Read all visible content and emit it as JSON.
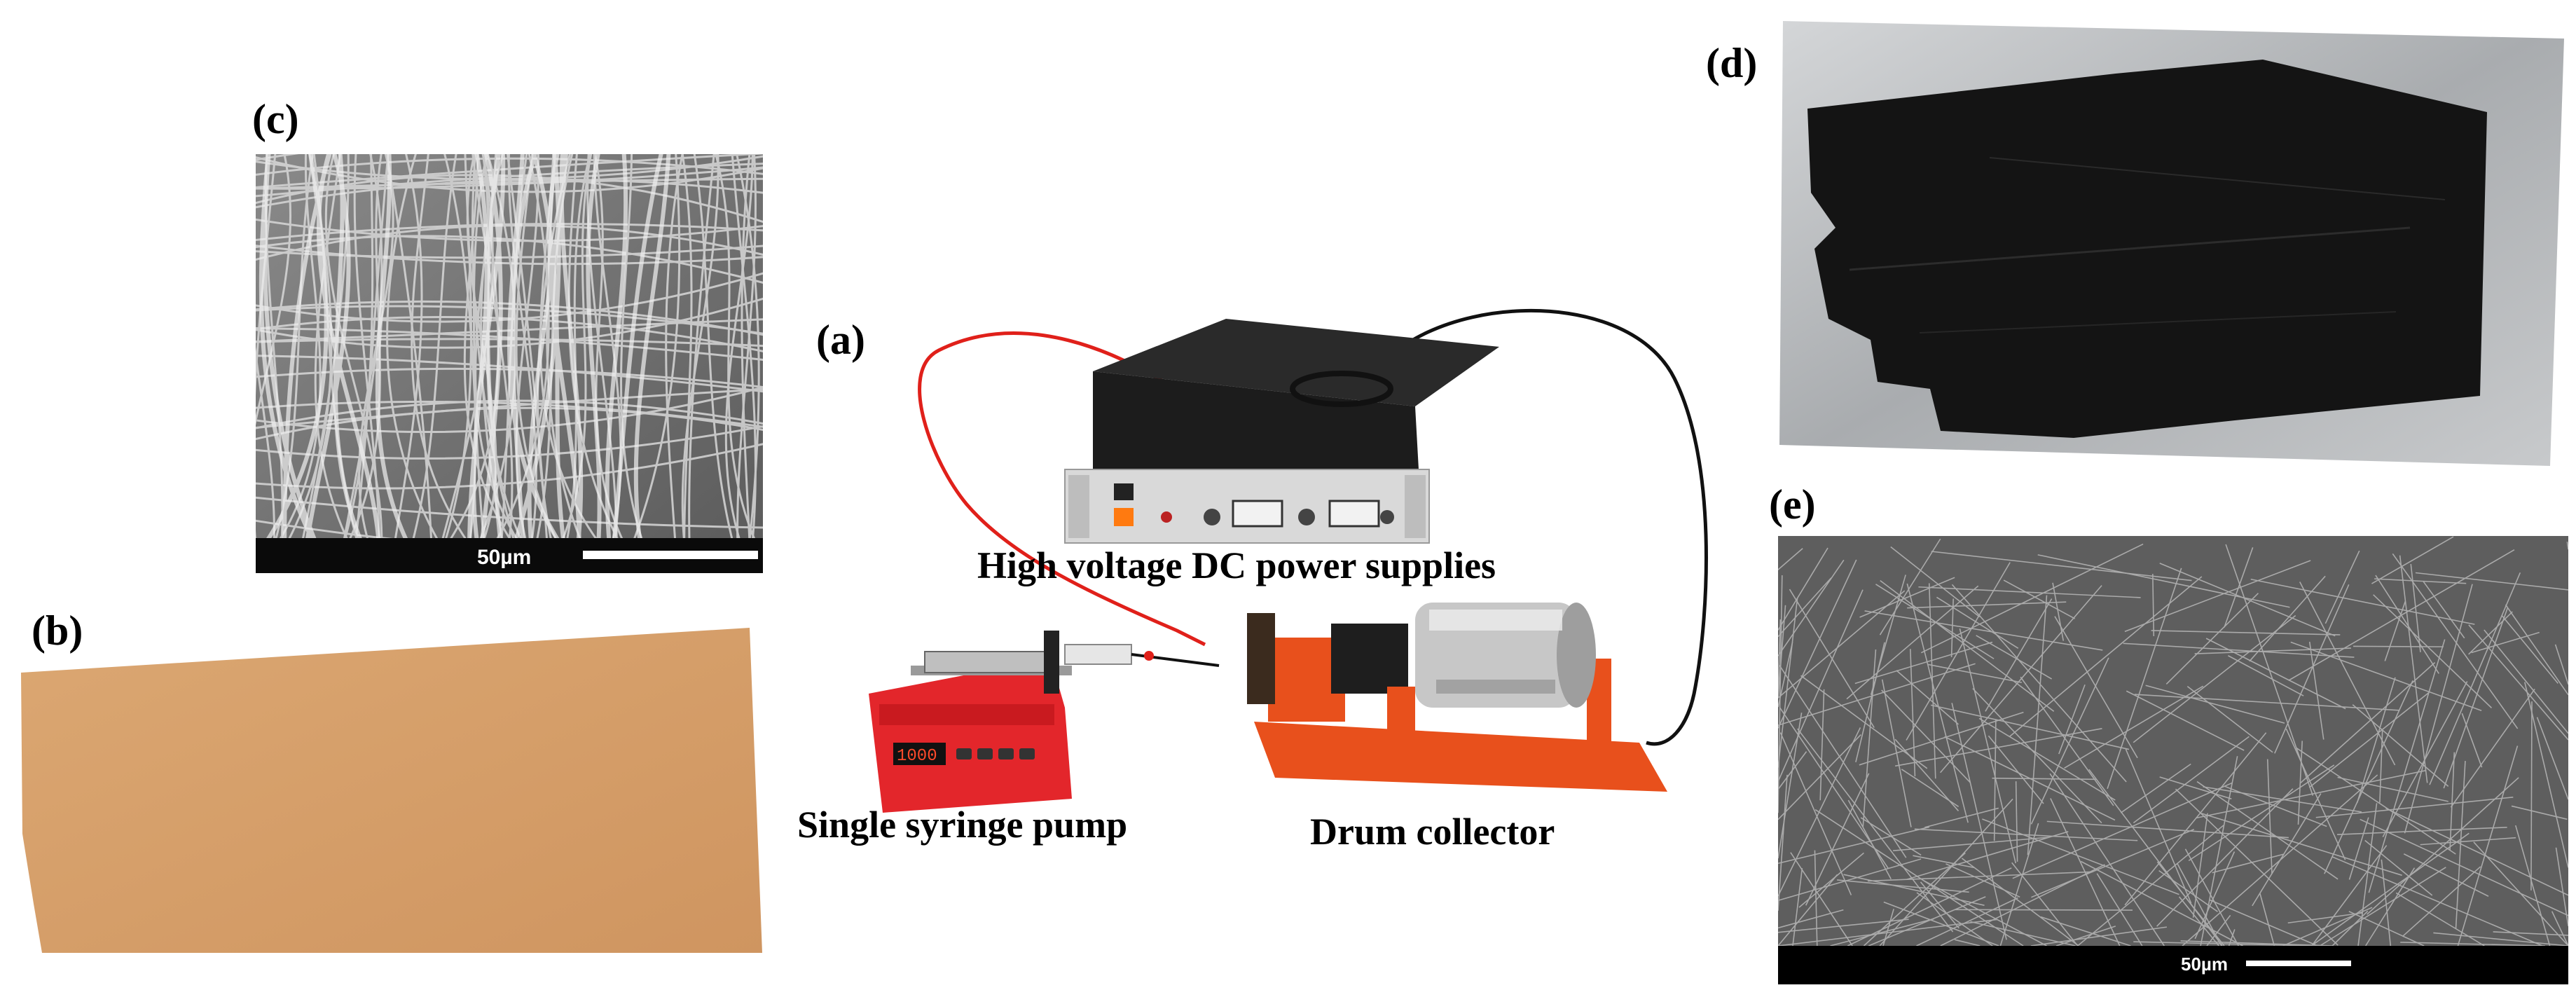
{
  "panels": {
    "a": {
      "label": "(a)"
    },
    "b": {
      "label": "(b)"
    },
    "c": {
      "label": "(c)",
      "scale_bar": "50µm"
    },
    "d": {
      "label": "(d)"
    },
    "e": {
      "label": "(e)",
      "scale_bar": "50µm"
    }
  },
  "setup": {
    "power_supply_caption": "High voltage DC power supplies",
    "pump_caption": "Single syringe pump",
    "collector_caption": "Drum collector",
    "pump_display": "1000"
  },
  "colors": {
    "electrospun_membrane": "#d9a06c",
    "carbonized_membrane": "#141414",
    "aluminum_foil": "#b9bcbf",
    "sem_background": "#6f6f6f",
    "pump_body": "#e3262b",
    "collector_frame": "#e8501c",
    "red_wire": "#e0201a",
    "black_wire": "#111111"
  }
}
